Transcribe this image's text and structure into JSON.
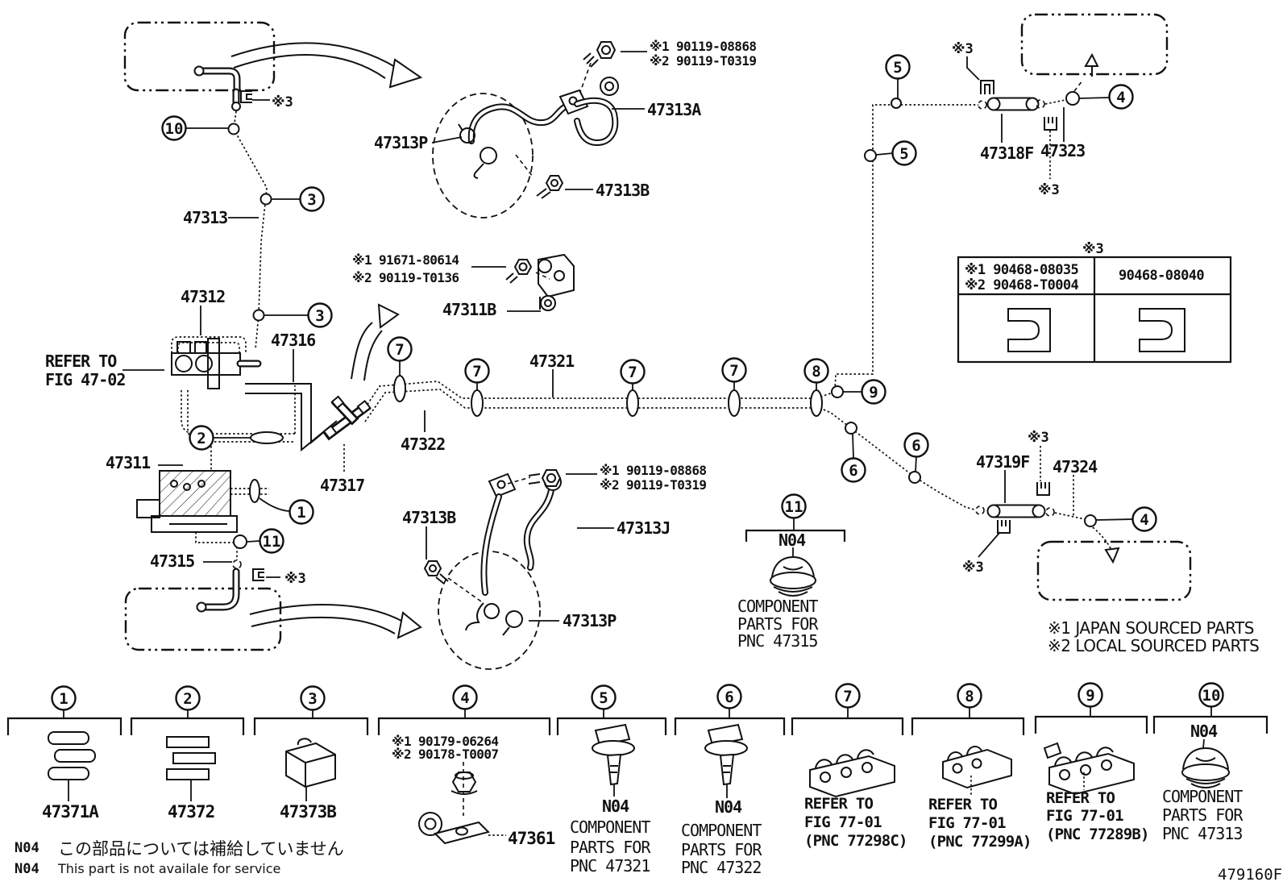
{
  "page": {
    "bg": "#ffffff",
    "ink": "#111111",
    "code": "479160F"
  },
  "part_labels": {
    "m47313": "47313",
    "m47312": "47312",
    "m47316": "47316",
    "m47311": "47311",
    "m47311B": "47311B",
    "m47315": "47315",
    "m47317": "47317",
    "m47321": "47321",
    "m47322": "47322",
    "m47313A": "47313A",
    "m47313B_front": "47313B",
    "m47313P_front": "47313P",
    "m47313B_rear": "47313B",
    "m47313J": "47313J",
    "m47313P_rear": "47313P",
    "m47318F": "47318F",
    "m47323": "47323",
    "m47319F": "47319F",
    "m47324": "47324"
  },
  "fasteners": {
    "front_hose_b1": "※1 90119-08868",
    "front_hose_b2": "※2 90119-T0319",
    "union_b1": "※1 91671-80614",
    "union_b2": "※2 90119-T0136",
    "rear_hose_b1": "※1 90119-08868",
    "rear_hose_b2": "※2 90119-T0319"
  },
  "mc_ref": {
    "line1": "REFER TO",
    "line2": "FIG 47-02"
  },
  "star3": "※3",
  "clip_table": {
    "note": "※3",
    "cell1_line1": "※1 90468-08035",
    "cell1_line2": "※2 90468-T0004",
    "cell2": "90468-08040"
  },
  "callouts": {
    "c1": "1",
    "c2": "2",
    "c3": "3",
    "c4": "4",
    "c5": "5",
    "c6": "6",
    "c7": "7",
    "c8": "8",
    "c9": "9",
    "c10": "10",
    "c11": "11"
  },
  "center_note": {
    "n04": "N04",
    "line1": "COMPONENT",
    "line2": "PARTS FOR",
    "line3": "PNC 47315"
  },
  "sourcing": {
    "line1": "※1 JAPAN SOURCED PARTS",
    "line2": "※2 LOCAL SOURCED PARTS"
  },
  "legend": {
    "items": [
      {
        "num": "1",
        "caption": "47371A"
      },
      {
        "num": "2",
        "caption": "47372"
      },
      {
        "num": "3",
        "caption": "47373B"
      },
      {
        "num": "4",
        "bolt1": "※1 90179-06264",
        "bolt2": "※2 90178-T0007",
        "caption": "47361"
      },
      {
        "num": "5",
        "n04": "N04",
        "line1": "COMPONENT",
        "line2": "PARTS FOR",
        "line3": "PNC 47321"
      },
      {
        "num": "6",
        "n04": "N04",
        "line1": "COMPONENT",
        "line2": "PARTS FOR",
        "line3": "PNC 47322"
      },
      {
        "num": "7",
        "line1": "REFER TO",
        "line2": "FIG 77-01",
        "line3": "(PNC 77298C)"
      },
      {
        "num": "8",
        "line1": "REFER TO",
        "line2": "FIG 77-01",
        "line3": "(PNC 77299A)"
      },
      {
        "num": "9",
        "line1": "REFER TO",
        "line2": "FIG 77-01",
        "line3": "(PNC 77289B)"
      },
      {
        "num": "10",
        "n04": "N04",
        "line1": "COMPONENT",
        "line2": "PARTS FOR",
        "line3": "PNC 47313"
      }
    ]
  },
  "service_notes": [
    {
      "code": "N04",
      "text": "この部品については補給していません"
    },
    {
      "code": "N04",
      "text": "This part is not availale for service"
    }
  ]
}
